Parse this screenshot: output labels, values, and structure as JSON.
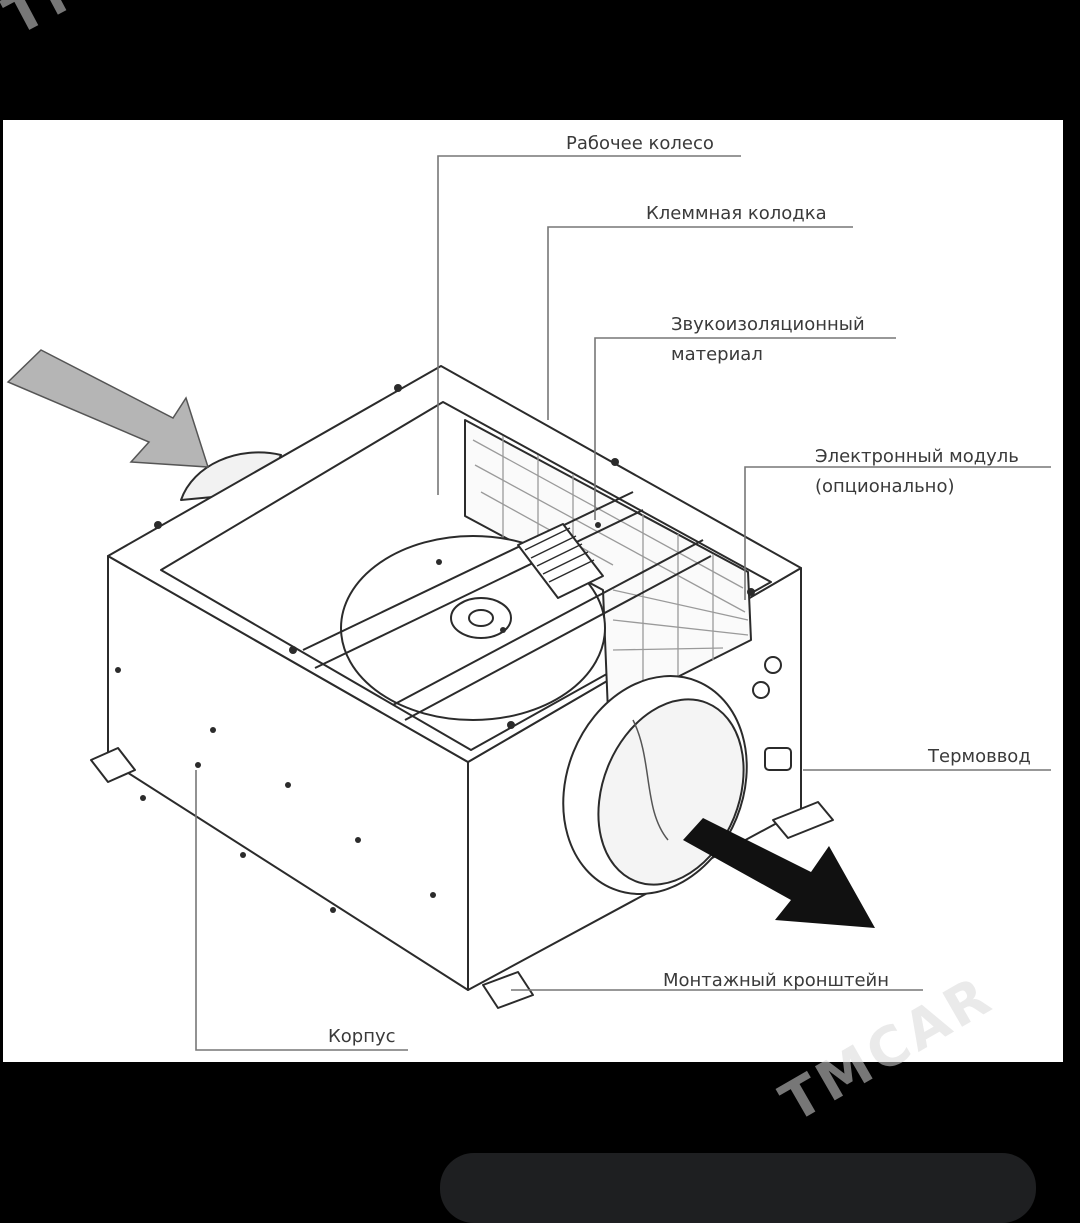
{
  "labels": {
    "impeller": "Рабочее колесо",
    "terminal_block": "Клеммная колодка",
    "sound_insulation_1": "Звукоизоляционный",
    "sound_insulation_2": "материал",
    "electronic_module_1": "Электронный модуль",
    "electronic_module_2": "(опционально)",
    "thermostat": "Термоввод",
    "mounting_bracket": "Монтажный кронштейн",
    "housing": "Корпус"
  },
  "watermark": "TMCAR",
  "colors": {
    "background": "#000000",
    "panel": "#ffffff",
    "line": "#2b2b2b",
    "leader": "#777777",
    "inlet_arrow": "#b5b5b5",
    "outlet_arrow": "#111111"
  }
}
